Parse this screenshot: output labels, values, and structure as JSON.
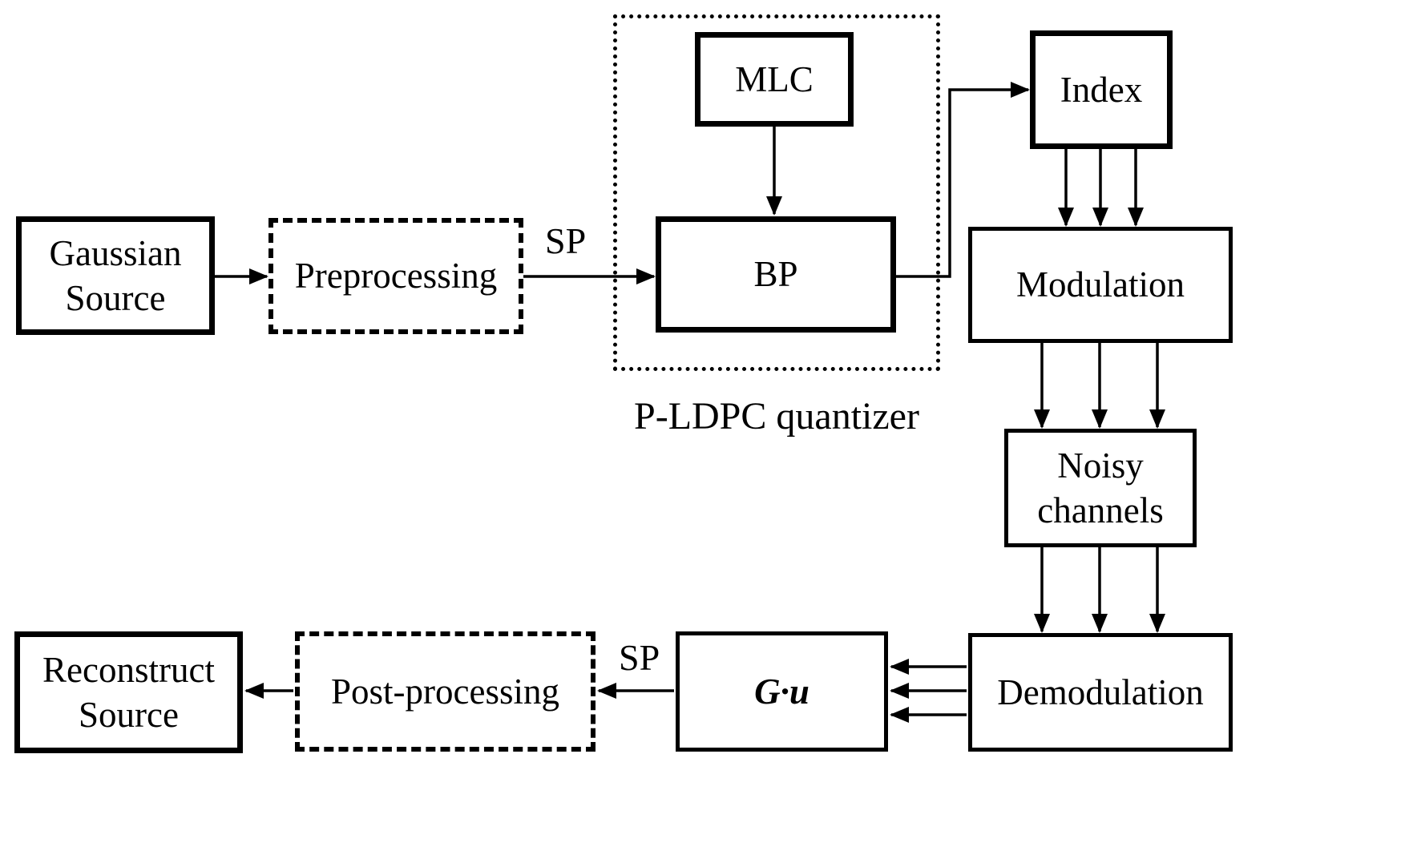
{
  "nodes": {
    "gaussian_source": "Gaussian Source",
    "preprocessing": "Preprocessing",
    "mlc": "MLC",
    "bp": "BP",
    "index": "Index",
    "modulation": "Modulation",
    "noisy_channels": "Noisy channels",
    "demodulation": "Demodulation",
    "gu": "G·u",
    "post_processing": "Post-processing",
    "reconstruct_source": "Reconstruct Source"
  },
  "captions": {
    "quantizer": "P-LDPC quantizer"
  },
  "edge_labels": {
    "sp_encode": "SP",
    "sp_decode": "SP"
  },
  "colors": {
    "line": "#000000",
    "background": "#ffffff"
  }
}
